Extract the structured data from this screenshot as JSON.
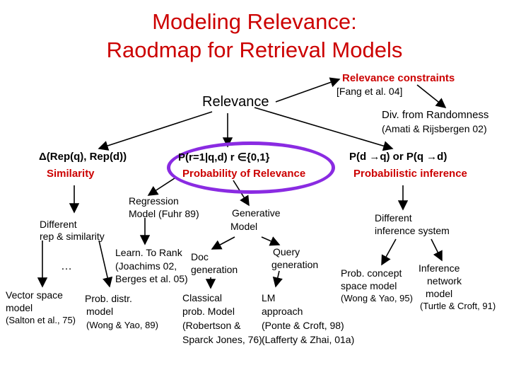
{
  "title": {
    "line1": "Modeling Relevance:",
    "line2": "Raodmap for Retrieval Models"
  },
  "root": "Relevance",
  "constraints": {
    "label": "Relevance constraints",
    "cite": "[Fang et al. 04]"
  },
  "divergence": {
    "label": "Div. from Randomness",
    "cite": "(Amati & Rijsbergen 02)"
  },
  "branches": {
    "similarity": {
      "formula": "Δ(Rep(q), Rep(d))",
      "label": "Similarity"
    },
    "probability": {
      "formula": "P(r=1|q,d)  r ∈{0,1}",
      "label": "Probability of Relevance"
    },
    "inference": {
      "formula": "P(d →q) or P(q →d)",
      "label": "Probabilistic inference"
    }
  },
  "similarity_children": {
    "different_rep": {
      "line1": "Different",
      "line2": "rep & similarity"
    },
    "ellipsis": "…",
    "vector_space": {
      "line1": "Vector space",
      "line2": "model",
      "cite": "(Salton et al., 75)"
    },
    "prob_distr": {
      "line1": "Prob. distr.",
      "line2": "model",
      "cite": "(Wong & Yao, 89)"
    }
  },
  "probability_children": {
    "regression": {
      "line1": "Regression",
      "line2": "Model",
      "cite": "(Fuhr 89)"
    },
    "learn_to_rank": {
      "label": "Learn. To Rank",
      "cite1": "(Joachims 02,",
      "cite2": "Berges et al. 05)"
    },
    "generative": {
      "line1": "Generative",
      "line2": "Model"
    },
    "doc_generation": {
      "line1": "Doc",
      "line2": "generation"
    },
    "query_generation": {
      "line1": "Query",
      "line2": "generation"
    },
    "classical": {
      "line1": "Classical",
      "line2": "prob. Model",
      "cite1": "(Robertson &",
      "cite2": "Sparck Jones, 76)"
    },
    "lm": {
      "line1": "LM",
      "line2": "approach",
      "cite1": "(Ponte & Croft, 98)",
      "cite2": "(Lafferty & Zhai, 01a)"
    }
  },
  "inference_children": {
    "different_inference": {
      "line1": "Different",
      "line2": "inference system"
    },
    "prob_concept": {
      "line1": "Prob. concept",
      "line2": "space model",
      "cite": "(Wong & Yao, 95)"
    },
    "inference_network": {
      "line1": "Inference",
      "line2": "network",
      "line3": "model",
      "cite": "(Turtle & Croft, 91)"
    }
  },
  "colors": {
    "title": "#cc0000",
    "highlight": "#cc0000",
    "ellipse": "#8a2be2",
    "text": "#000000"
  }
}
